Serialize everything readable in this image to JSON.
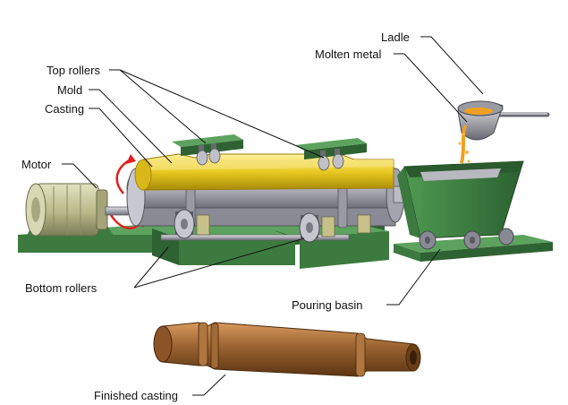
{
  "labels": {
    "ladle": "Ladle",
    "molten_metal": "Molten metal",
    "top_rollers": "Top rollers",
    "mold": "Mold",
    "casting": "Casting",
    "motor": "Motor",
    "bottom_rollers": "Bottom rollers",
    "pouring_basin": "Pouring basin",
    "finished_casting": "Finished casting"
  },
  "colors": {
    "frame_green": "#3c7a3f",
    "casting_yellow": "#e8c820",
    "mold_steel": "#b9b9c2",
    "motor_khaki": "#b9b888",
    "finished_bronze": "#9a6231",
    "rotation_arrow": "#e02020",
    "molten_orange": "#f0a020"
  }
}
